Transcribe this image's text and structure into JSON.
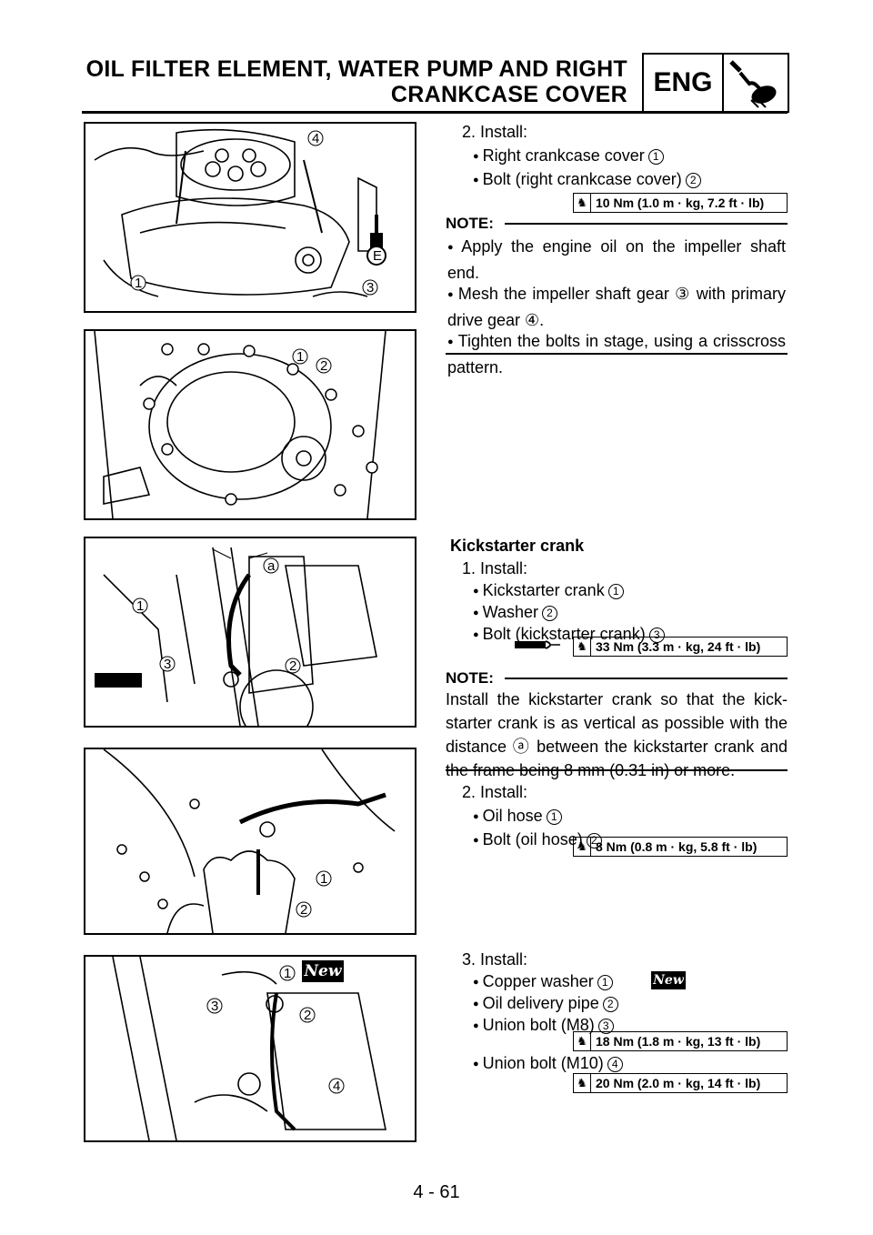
{
  "header": {
    "title_line1": "OIL FILTER ELEMENT, WATER PUMP AND RIGHT",
    "title_line2": "CRANKCASE COVER",
    "section": "ENG",
    "section_icon": "engine-wrench-icon"
  },
  "section_install_cover": {
    "step": "2. Install:",
    "items": [
      {
        "text": "Right crankcase cover",
        "num": "1"
      },
      {
        "text": "Bolt (right crankcase cover)",
        "num": "2"
      }
    ],
    "torque": "10 Nm (1.0 m · kg, 7.2 ft · lb)",
    "note_label": "NOTE:",
    "notes": [
      "Apply the engine oil on the impeller shaft end.",
      "Mesh the impeller shaft gear ③ with primary drive gear ④.",
      "Tighten the bolts in stage, using a crisscross pattern."
    ]
  },
  "section_kickstarter": {
    "heading": "Kickstarter crank",
    "step": "1. Install:",
    "items": [
      {
        "text": "Kickstarter crank",
        "num": "1"
      },
      {
        "text": "Washer",
        "num": "2"
      },
      {
        "text": "Bolt (kickstarter crank)",
        "num": "3"
      }
    ],
    "torque": "33 Nm (3.3 m · kg, 24 ft · lb)",
    "note_label": "NOTE:",
    "note": "Install the kickstarter crank so that the kick-starter crank is as vertical as possible with the distance ⓐ between the kickstarter crank and the frame being 8 mm (0.31 in) or more."
  },
  "section_oil_hose": {
    "step": "2. Install:",
    "items": [
      {
        "text": "Oil hose",
        "num": "1"
      },
      {
        "text": "Bolt (oil hose)",
        "num": "2"
      }
    ],
    "torque": "8 Nm (0.8 m · kg, 5.8 ft · lb)"
  },
  "section_delivery_pipe": {
    "step": "3. Install:",
    "items": [
      {
        "text": "Copper washer",
        "num": "1"
      },
      {
        "text": "Oil delivery pipe",
        "num": "2"
      },
      {
        "text": "Union bolt (M8)",
        "num": "3"
      }
    ],
    "torque_m8": "18 Nm (1.8 m · kg, 13 ft · lb)",
    "item_m10": {
      "text": "Union bolt (M10)",
      "num": "4"
    },
    "torque_m10": "20 Nm (2.0 m · kg, 14 ft · lb)",
    "new_label": "New"
  },
  "figure_labels": {
    "fig1": [
      "1",
      "3",
      "4",
      "E"
    ],
    "fig2": [
      "1",
      "2"
    ],
    "fig3": [
      "a",
      "1",
      "2",
      "3"
    ],
    "fig4": [
      "1",
      "2"
    ],
    "fig5": [
      "1",
      "2",
      "3",
      "4"
    ]
  },
  "page_number": "4 - 61"
}
